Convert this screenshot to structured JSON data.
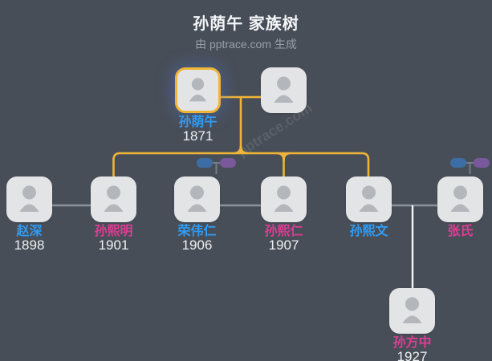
{
  "header": {
    "title": "孙荫午 家族树",
    "subtitle": "由 pptrace.com 生成"
  },
  "watermark": "pptrace.com",
  "colors": {
    "background": "#484e58",
    "title_white": "#f4f5f7",
    "subtitle_gray": "#989fa9",
    "card_fill": "#e3e4e6",
    "avatar_gray": "#b3b6bb",
    "highlight_border": "#f0b537",
    "connector_yellow": "#f0b537",
    "connector_gray": "#8b929c",
    "connector_white": "#f3f5f6",
    "stub_gray": "#767d87",
    "year_white": "#eef0f2",
    "name_blue": "#319cf4",
    "name_pink": "#de3d94",
    "chip_blue": "#3c6da4",
    "chip_purple": "#79599b"
  },
  "tree": {
    "people": [
      {
        "name": "孙荫午",
        "year": "1871",
        "name_color": "#319cf4",
        "selected": true
      },
      {
        "name": "",
        "year": "",
        "name_color": null,
        "selected": false
      },
      {
        "name": "赵深",
        "year": "1898",
        "name_color": "#319cf4",
        "selected": false
      },
      {
        "name": "孙熙明",
        "year": "1901",
        "name_color": "#de3d94",
        "selected": false
      },
      {
        "name": "荣伟仁",
        "year": "1906",
        "name_color": "#319cf4",
        "selected": false
      },
      {
        "name": "孙熙仁",
        "year": "1907",
        "name_color": "#de3d94",
        "selected": false
      },
      {
        "name": "孙熙文",
        "year": "",
        "name_color": "#319cf4",
        "selected": false
      },
      {
        "name": "张氏",
        "year": "",
        "name_color": "#de3d94",
        "selected": false
      },
      {
        "name": "孙方中",
        "year": "1927",
        "name_color": "#de3d94",
        "selected": false
      }
    ],
    "collapsed_couples": [
      {
        "attached_to": "荣伟仁"
      },
      {
        "attached_to": "张氏"
      }
    ]
  }
}
